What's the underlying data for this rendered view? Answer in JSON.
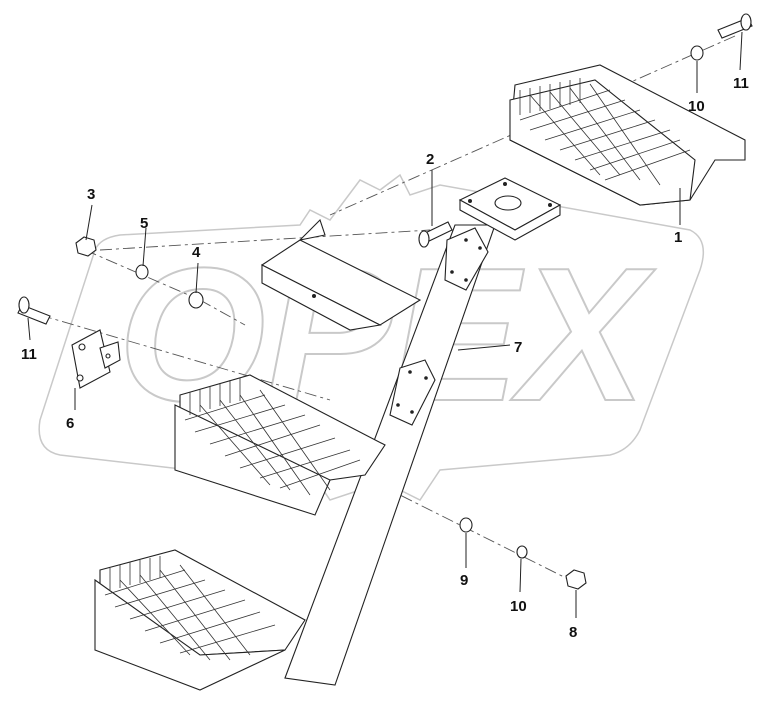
{
  "watermark": {
    "text": "OPEX"
  },
  "callouts": [
    {
      "id": "c1",
      "label": "1"
    },
    {
      "id": "c2",
      "label": "2"
    },
    {
      "id": "c3",
      "label": "3"
    },
    {
      "id": "c4",
      "label": "4"
    },
    {
      "id": "c5",
      "label": "5"
    },
    {
      "id": "c6",
      "label": "6"
    },
    {
      "id": "c7",
      "label": "7"
    },
    {
      "id": "c8",
      "label": "8"
    },
    {
      "id": "c9",
      "label": "9"
    },
    {
      "id": "c10a",
      "label": "10"
    },
    {
      "id": "c10b",
      "label": "10"
    },
    {
      "id": "c11a",
      "label": "11"
    },
    {
      "id": "c11b",
      "label": "11"
    }
  ]
}
